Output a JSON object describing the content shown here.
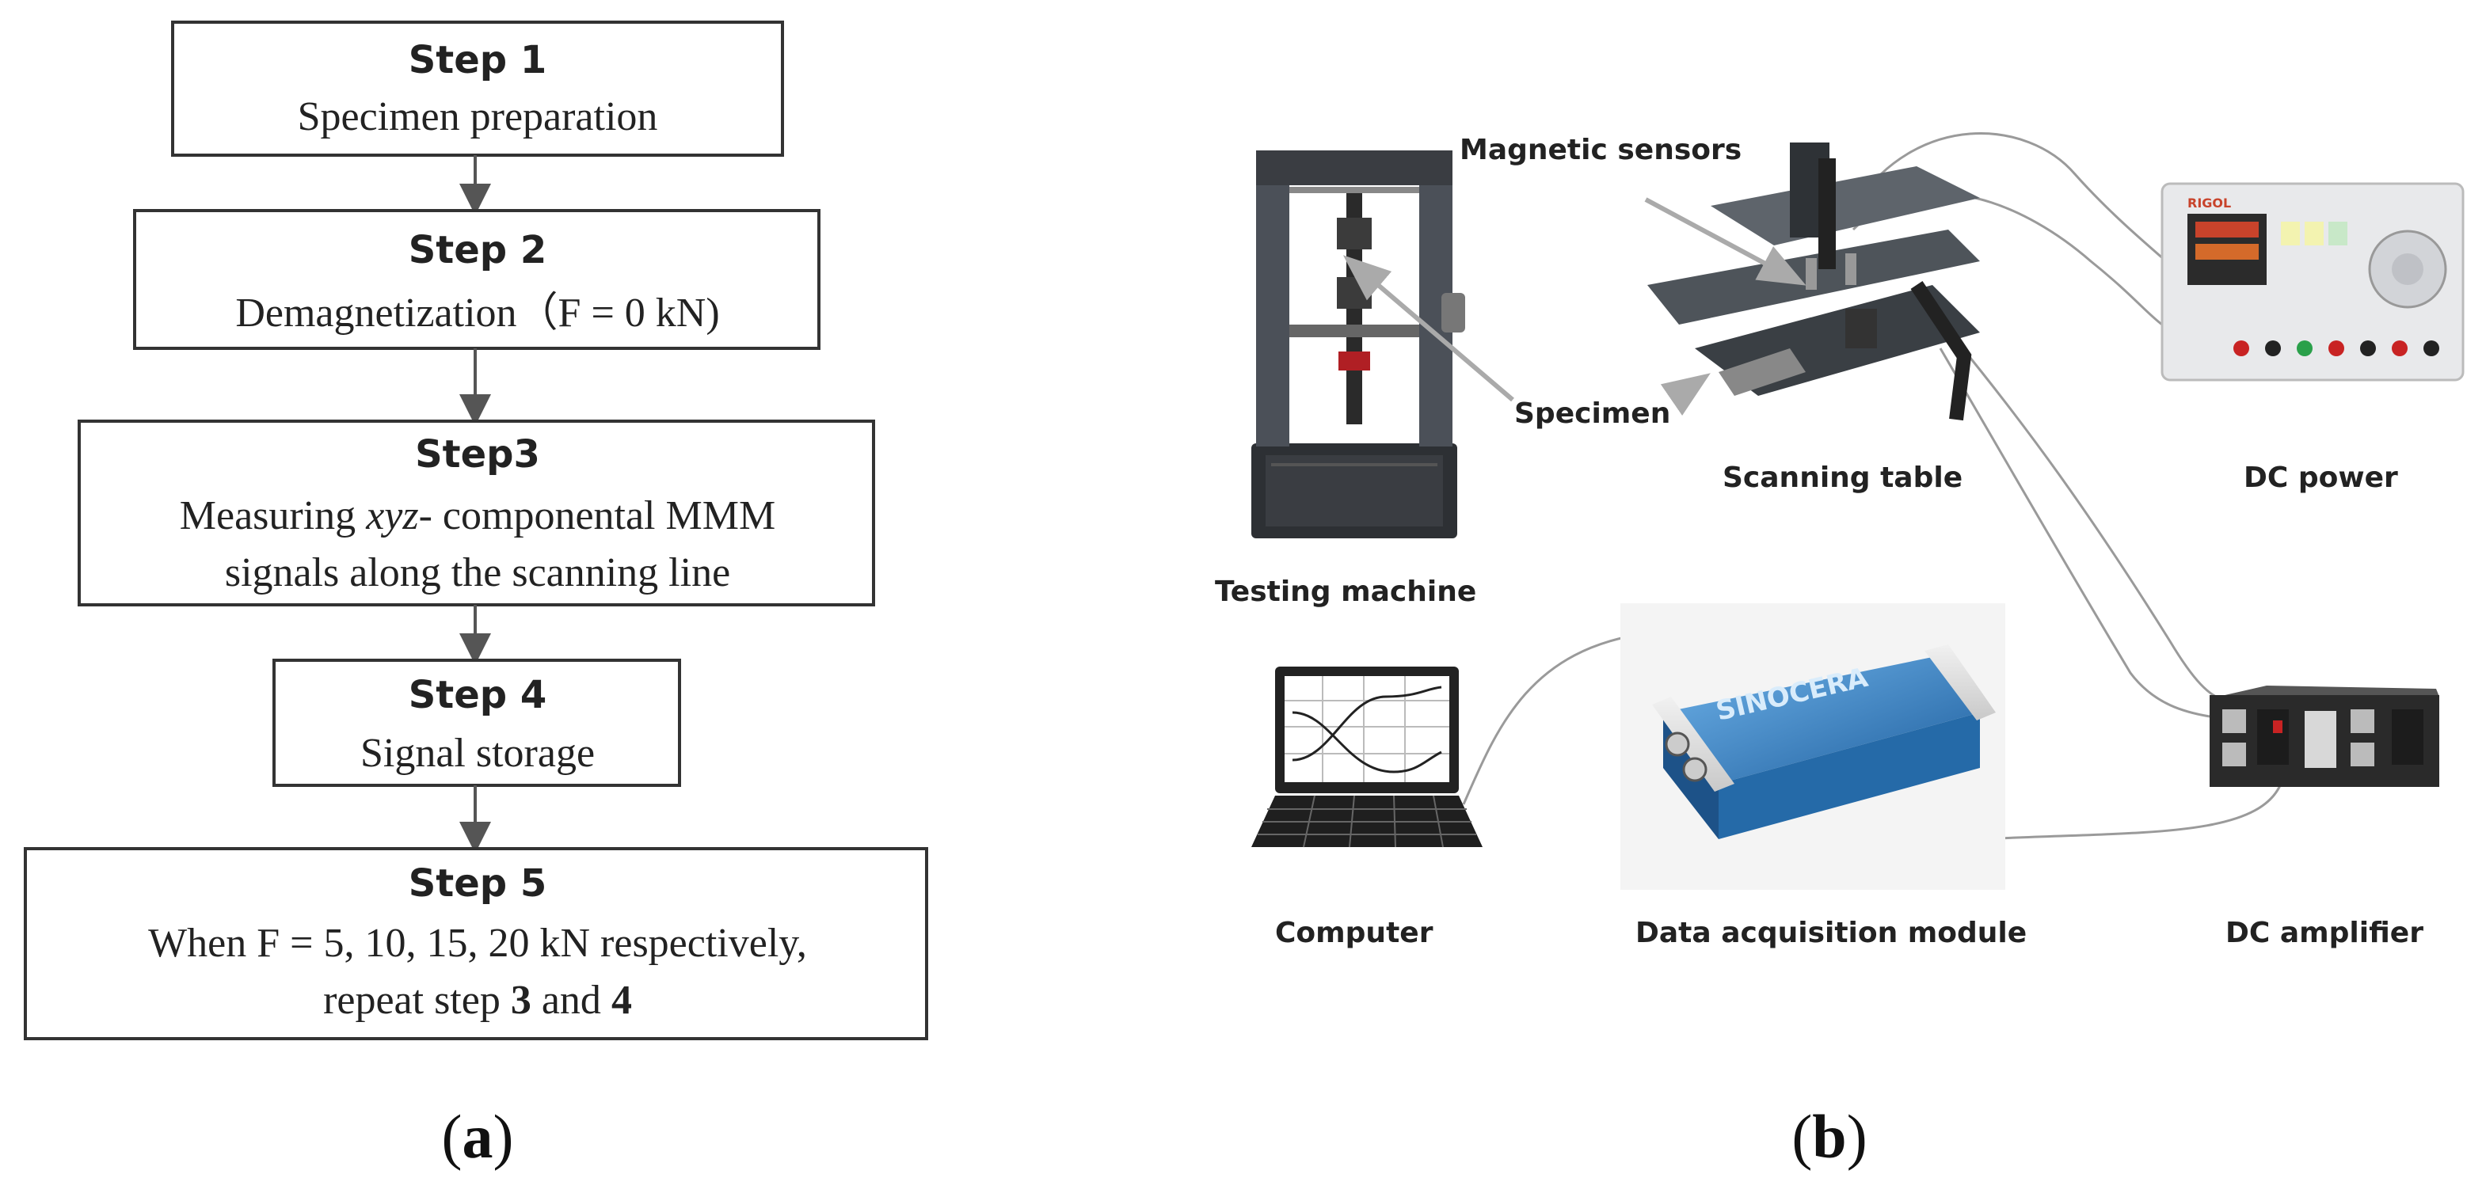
{
  "flowchart": {
    "steps": [
      {
        "title": "Step 1",
        "lines": [
          "Specimen preparation"
        ]
      },
      {
        "title": "Step 2",
        "lines": [
          "Demagnetization（F = 0 kN)"
        ]
      },
      {
        "title": "Step3",
        "lines": [
          "Measuring ",
          "xyz",
          "- componental MMM",
          "signals along the scanning line"
        ]
      },
      {
        "title": "Step 4",
        "lines": [
          "Signal storage"
        ]
      },
      {
        "title": "Step 5",
        "lines": [
          "When F = 5, 10, 15, 20 kN respectively,",
          "repeat step ",
          "3",
          " and ",
          "4"
        ]
      }
    ],
    "panel_label": {
      "open": "(",
      "letter": "a",
      "close": ")"
    }
  },
  "setup": {
    "labels": {
      "magnetic_sensors": "Magnetic sensors",
      "specimen": "Specimen",
      "testing_machine": "Testing machine",
      "scanning_table": "Scanning table",
      "dc_power": "DC power",
      "computer": "Computer",
      "data_acquisition": "Data acquisition module",
      "dc_amplifier": "DC amplifier",
      "power_brand": "RIGOL",
      "daq_brand": "SINOCERA"
    },
    "panel_label": {
      "open": "(",
      "letter": "b",
      "close": ")"
    }
  },
  "colors": {
    "daq_blue": "#2f7fc4",
    "machine_dark": "#3a3d42",
    "machine_red": "#b01f24"
  }
}
